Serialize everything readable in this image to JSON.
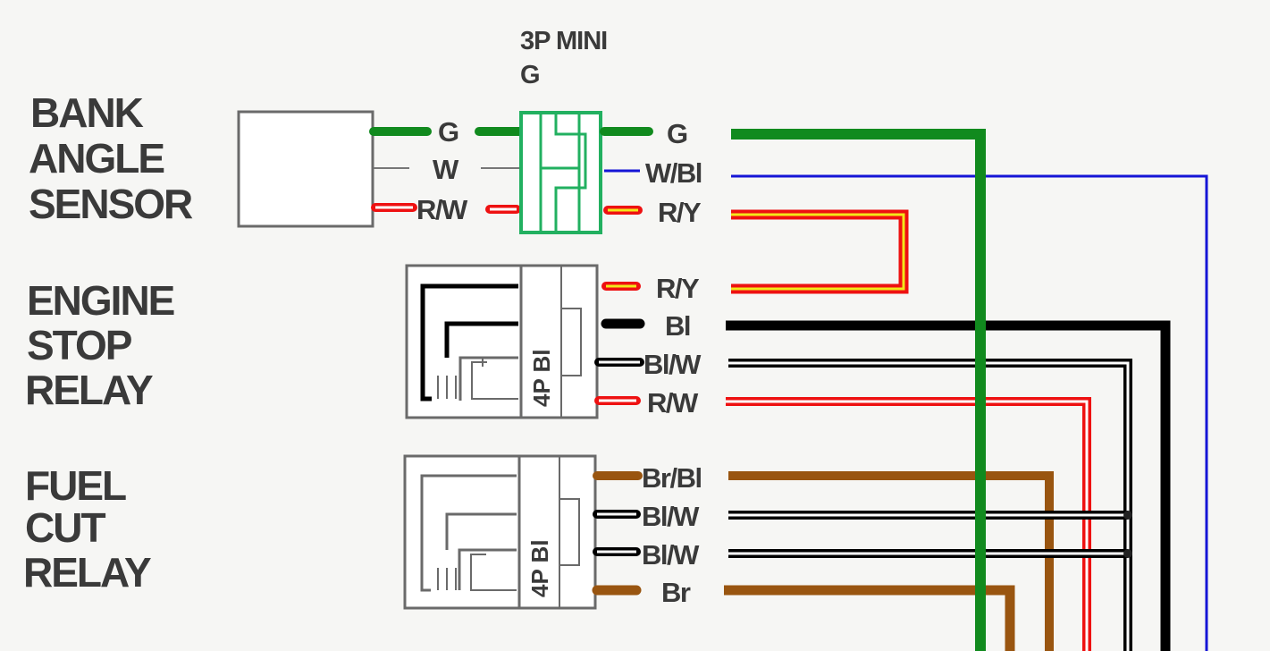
{
  "components": {
    "bank_angle_sensor": [
      "BANK",
      "ANGLE",
      "SENSOR"
    ],
    "engine_stop_relay": [
      "ENGINE",
      "STOP",
      "RELAY"
    ],
    "fuel_cut_relay": [
      "FUEL",
      "CUT",
      "RELAY"
    ]
  },
  "connector": {
    "name_line1": "3P MINI",
    "name_line2": "G",
    "relay_connector_label": "4P Bl"
  },
  "wires": {
    "sensor_left": [
      "G",
      "W",
      "R/W"
    ],
    "sensor_right": [
      "G",
      "W/Bl",
      "R/Y"
    ],
    "engine_stop": [
      "R/Y",
      "Bl",
      "Bl/W",
      "R/W"
    ],
    "fuel_cut": [
      "Br/Bl",
      "Bl/W",
      "Bl/W",
      "Br"
    ]
  },
  "colors": {
    "green": "#118a1e",
    "blue": "#1515d6",
    "red": "#ee1111",
    "yellow": "#f2e81a",
    "black": "#000000",
    "white": "#ffffff",
    "brown": "#995510",
    "connector_green": "#22b060",
    "outline": "#6a6a6a"
  }
}
